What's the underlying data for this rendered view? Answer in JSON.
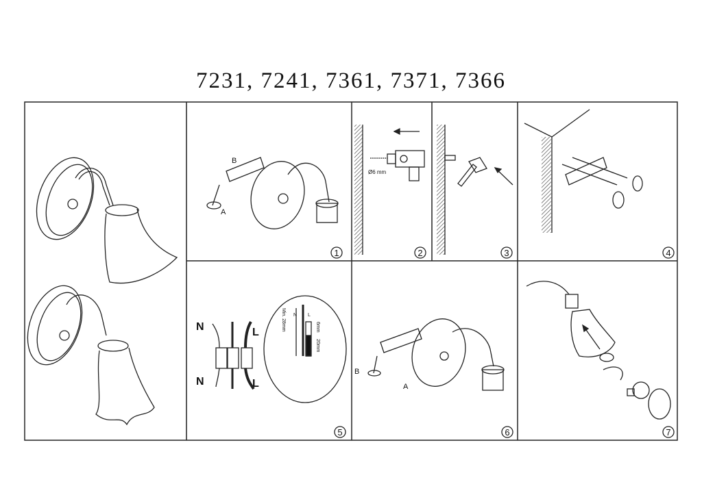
{
  "title": "7231, 7241, 7361, 7371, 7366",
  "steps": [
    {
      "number": "1",
      "labels": {
        "a": "A",
        "b": "B"
      }
    },
    {
      "number": "2",
      "drill_size": "Ø6 mm"
    },
    {
      "number": "3"
    },
    {
      "number": "4"
    },
    {
      "number": "5",
      "labels": {
        "n_top": "N",
        "n_bottom": "N",
        "l_top": "L",
        "l_bottom": "L",
        "detail_n": "N",
        "detail_l": "L",
        "min_length": "Min. 28mm",
        "strip_short": "6mm",
        "strip_long": "20mm"
      }
    },
    {
      "number": "6",
      "labels": {
        "a": "A",
        "b": "B"
      }
    },
    {
      "number": "7"
    }
  ]
}
